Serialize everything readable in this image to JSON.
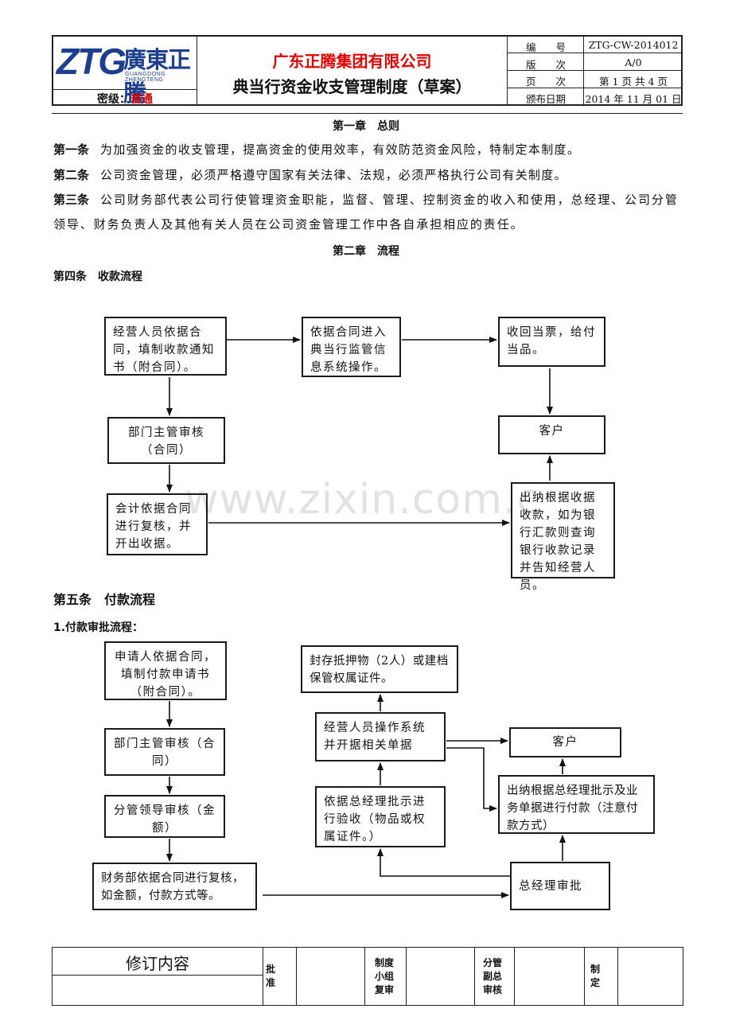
{
  "header": {
    "logo_ztg": "ZTG",
    "logo_cn": "廣東正騰",
    "logo_en": "GUANGDONG ZHENGTENG",
    "secret_label": "密级：",
    "secret_level": "普通",
    "company": "广东正腾集团有限公司",
    "title": "典当行资金收支管理制度（草案）",
    "meta": [
      {
        "key": "编　　号",
        "value": "ZTG-CW-2014012"
      },
      {
        "key": "版　　次",
        "value": "A/0"
      },
      {
        "key": "页　　次",
        "value": "第 1 页 共 4 页"
      },
      {
        "key": "颁布日期",
        "value": "2014 年 11 月 01 日"
      }
    ]
  },
  "chapter1": {
    "title": "第一章　总则",
    "articles": [
      {
        "no": "第一条",
        "text": "为加强资金的收支管理，提高资金的使用效率，有效防范资金风险，特制定本制度。"
      },
      {
        "no": "第二条",
        "text": "公司资金管理，必须严格遵守国家有关法律、法规，必须严格执行公司有关制度。"
      },
      {
        "no": "第三条",
        "text": "公司财务部代表公司行使管理资金职能，监督、管理、控制资金的收入和使用，总经理、公司分管领导、财务负责人及其他有关人员在公司资金管理工作中各自承担相应的责任。"
      }
    ]
  },
  "chapter2": {
    "title": "第二章　流程",
    "art4": "第四条　收款流程",
    "art5": "第五条　付款流程",
    "sub1": "1.付款审批流程："
  },
  "flow_receive": {
    "b1": "经营人员依据合同，填制收款通知书（附合同）。",
    "b2": "依据合同进入典当行监管信息系统操作。",
    "b3": "收回当票，给付当品。",
    "b4": "部门主管审核（合同）",
    "b5": "客户",
    "b6": "会计依据合同进行复核，并开出收据。",
    "b7": "出纳根据收据收款，如为银行汇款则查询银行收款记录并告知经营人员。"
  },
  "flow_pay": {
    "p1": "申请人依据合同，填制付款申请书（附合同）。",
    "p2": "部门主管审核（合同）",
    "p3": "分管领导审核（金额）",
    "p4": "财务部依据合同进行复核，如金额，付款方式等。",
    "p5": "封存抵押物（2人）或建档保管权属证件。",
    "p6": "经营人员操作系统并开据相关单据",
    "p7": "依据总经理批示进行验收（物品或权属证件。）",
    "p8": "客户",
    "p9": "出纳根据总经理批示及业务单据进行付款（注意付款方式）",
    "p10": "总经理审批"
  },
  "watermark": "www.zixin.com.c",
  "footer": {
    "revision": "修订内容",
    "approve": "批准",
    "review": "制度小组复审",
    "vp": "分管副总审核",
    "make": "制定"
  }
}
